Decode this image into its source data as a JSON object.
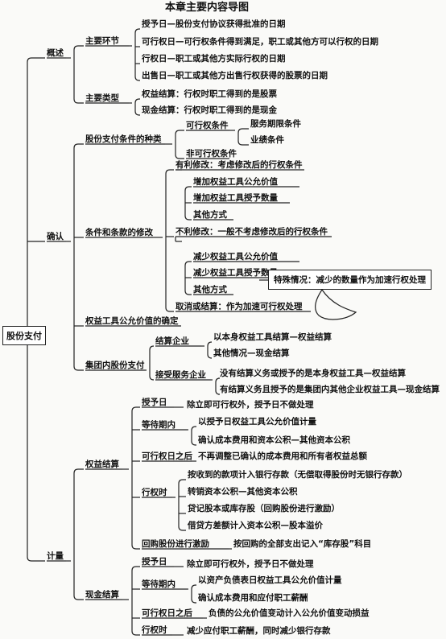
{
  "title": "本章主要内容导图",
  "root": "股份支付",
  "callout": "特殊情况：减少的数量作为加速行权处理",
  "nodes": {
    "gaishu": "概述",
    "zhuyao_huanjie": "主要环节",
    "hj_1": "授予日—股份支付协议获得批准的日期",
    "hj_2": "可行权日—可行权条件得到满足，职工或其他方可以行权的日期",
    "hj_3": "行权日—职工或其他方实际行权的日期",
    "hj_4": "出售日—职工或其他方出售行权获得的股票的日期",
    "zhuyao_leixing": "主要类型",
    "lx_1": "权益结算：行权时职工得到的是股票",
    "lx_2": "现金结算：行权时职工得到的是现金",
    "queren": "确认",
    "tiaojian_zhonglei": "股份支付条件的种类",
    "kexingquan_tj": "可行权条件",
    "fuwu_qixian": "服务期限条件",
    "yeji_tj": "业绩条件",
    "fei_kexingquan": "非可行权条件",
    "tiaojian_xiugai": "条件和条款的修改",
    "youli_xiugai": "有利修改：考虑修改后的行权条件",
    "youli_1": "增加权益工具公允价值",
    "youli_2": "增加权益工具授予数量",
    "youli_3": "其他方式",
    "buli_xiugai": "不利修改：一般不考虑修改后的行权条件",
    "buli_1": "减少权益工具公允价值",
    "buli_2": "减少权益工具授予数量",
    "buli_3": "其他方式",
    "quxiao": "取消或结算：作为加速可行权处理",
    "gongyun_queding": "权益工具公允价值的确定",
    "jituan_zhifu": "集团内股份支付",
    "jiesuan_qiye": "结算企业",
    "js_1": "以本身权益工具结算—权益结算",
    "js_2": "其他情况—现金结算",
    "jieshou_fuwu": "接受服务企业",
    "jf_1": "没有结算义务或授予的是本身权益工具—权益结算",
    "jf_2": "有结算义务且授予的是集团内其他企业权益工具—现金结算",
    "jiliang": "计量",
    "quanyi_jiesuan": "权益结算",
    "qy_shouyu": "授予日",
    "qy_shouyu_t": "除立即可行权外，授予日不做处理",
    "qy_dengdai": "等待期内",
    "qy_dd_1": "以授予日权益工具公允价值计量",
    "qy_dd_2": "确认成本费用和资本公积—其他资本公积",
    "qy_kexingzhihou": "可行权日之后",
    "qy_kxzh_t": "不再调整已确认的成本费用和所有者权益总额",
    "qy_xingquan": "行权时",
    "qy_xq_1": "按收到的款项计入银行存款（无偿取得股份时无银行存款）",
    "qy_xq_2": "转销资本公积—其他资本公积",
    "qy_xq_3": "贷记股本或库存股（回购股份进行激励）",
    "qy_xq_4": "借贷方差额计入资本公积—股本溢价",
    "huigou": "回购股份进行激励",
    "huigou_t": "按回购的全部支出记入“库存股”科目",
    "xianjin_jiesuan": "现金结算",
    "xj_shouyu": "授予日",
    "xj_shouyu_t": "除立即可行权外，授予日不做处理",
    "xj_dengdai": "等待期内",
    "xj_dd_1": "以资产负债表日权益工具公允价值计量",
    "xj_dd_2": "确认成本费用和应付职工薪酬",
    "xj_kexingzhihou": "可行权日之后",
    "xj_kxzh_t": "负债的公允价值变动计入公允价值变动损益",
    "xj_xingquan": "行权时",
    "xj_xq_t": "减少应付职工薪酬，同时减少银行存款"
  }
}
